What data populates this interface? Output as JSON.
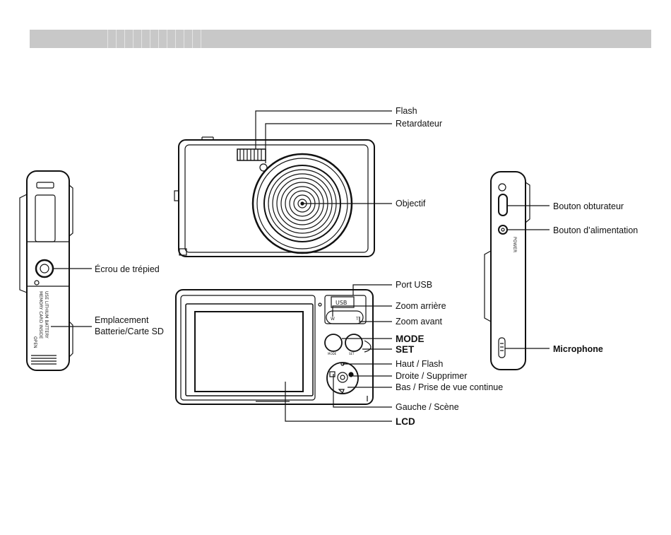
{
  "labels": {
    "flash": "Flash",
    "retardateur": "Retardateur",
    "objectif": "Objectif",
    "ecrou": "Écrou de trépied",
    "emplacement_1": "Emplacement",
    "emplacement_2": "Batterie/Carte SD",
    "port_usb": "Port USB",
    "zoom_arriere": "Zoom arrière",
    "zoom_avant": "Zoom avant",
    "mode": "MODE",
    "set": "SET",
    "haut_flash": "Haut / Flash",
    "droite_supprimer": "Droite / Supprimer",
    "bas_prise": "Bas / Prise de vue continue",
    "gauche_scene": "Gauche / Scène",
    "lcd": "LCD",
    "bouton_obturateur": "Bouton obturateur",
    "bouton_alimentation": "Bouton d’alimentation",
    "microphone": "Microphone"
  },
  "body_text": {
    "usb": "USB",
    "w": "W",
    "t": "T",
    "power": "POWER",
    "battery_1": "USE LITHIUM BATTERY",
    "battery_2": "MEMORY CARD INSIDE",
    "battery_3": "OPEN",
    "mode_small": "MODE",
    "set_small": "SET"
  },
  "colors": {
    "line": "#111111",
    "header": "#c8c8c8"
  }
}
